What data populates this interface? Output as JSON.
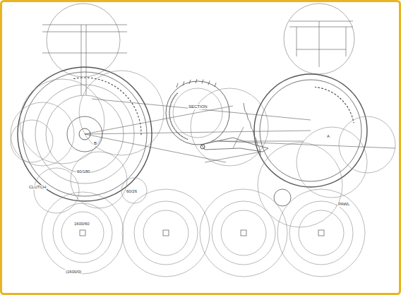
{
  "diagram": {
    "labels": [
      "SECTION",
      "60/180",
      "60/26",
      "1600/60",
      "(1600/0)",
      "CLUTCH",
      "PAWL",
      "A",
      "B"
    ]
  }
}
